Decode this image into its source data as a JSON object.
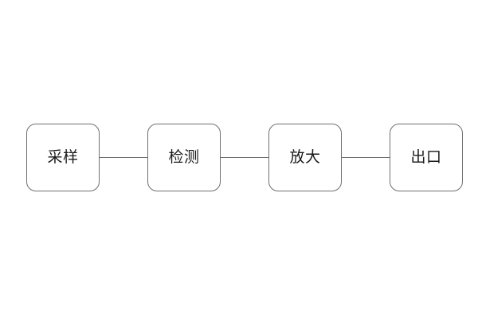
{
  "diagram": {
    "type": "flow-chain",
    "orientation": "horizontal",
    "background_color": "#ffffff",
    "node_stroke_color": "#6f6f6f",
    "node_fill_color": "#ffffff",
    "label_color": "#1a1a1a",
    "connector_color": "#6f6f6f",
    "connector_style": "plain-line",
    "nodes": [
      {
        "id": "node-1",
        "label": "采样"
      },
      {
        "id": "node-2",
        "label": "检测"
      },
      {
        "id": "node-3",
        "label": "放大"
      },
      {
        "id": "node-4",
        "label": "出口"
      }
    ],
    "connectors": [
      {
        "id": "connector-1",
        "from": "node-1",
        "to": "node-2"
      },
      {
        "id": "connector-2",
        "from": "node-2",
        "to": "node-3"
      },
      {
        "id": "connector-3",
        "from": "node-3",
        "to": "node-4"
      }
    ]
  }
}
